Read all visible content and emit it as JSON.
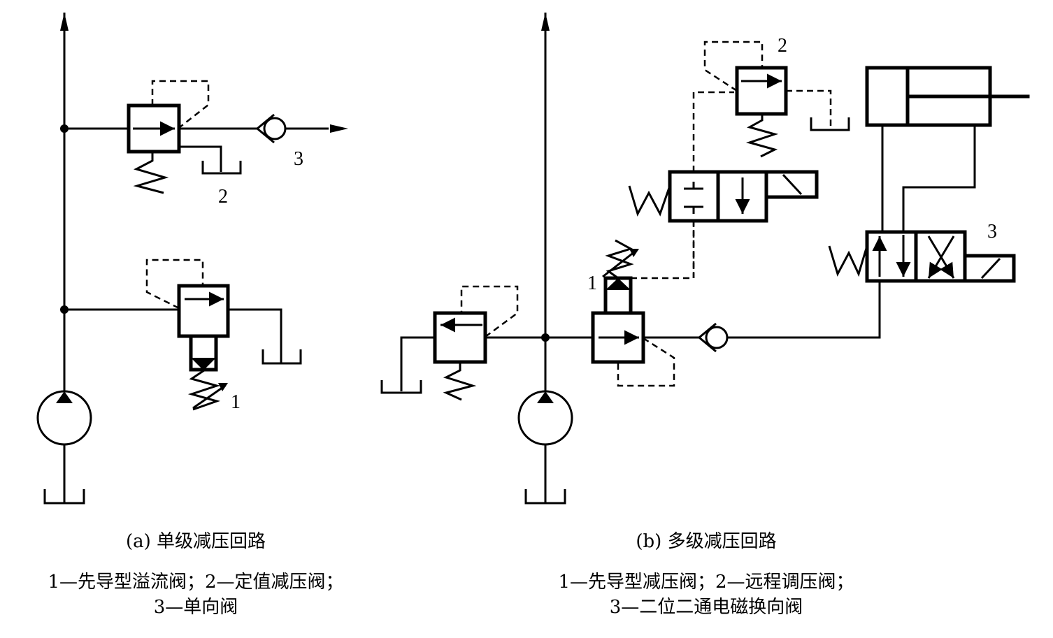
{
  "diagram_a": {
    "caption": "(a) 单级减压回路",
    "legend_line1": "1—先导型溢流阀；2—定值减压阀；",
    "legend_line2": "3—单向阀",
    "labels": {
      "relief_valve": "1",
      "reducing_valve": "2",
      "check_valve": "3"
    }
  },
  "diagram_b": {
    "caption": "(b) 多级减压回路",
    "legend_line1": "1—先导型减压阀；2—远程调压阀；",
    "legend_line2": "3—二位二通电磁换向阀",
    "labels": {
      "pilot_reducing_valve": "1",
      "remote_valve": "2",
      "directional_valve": "3"
    }
  }
}
